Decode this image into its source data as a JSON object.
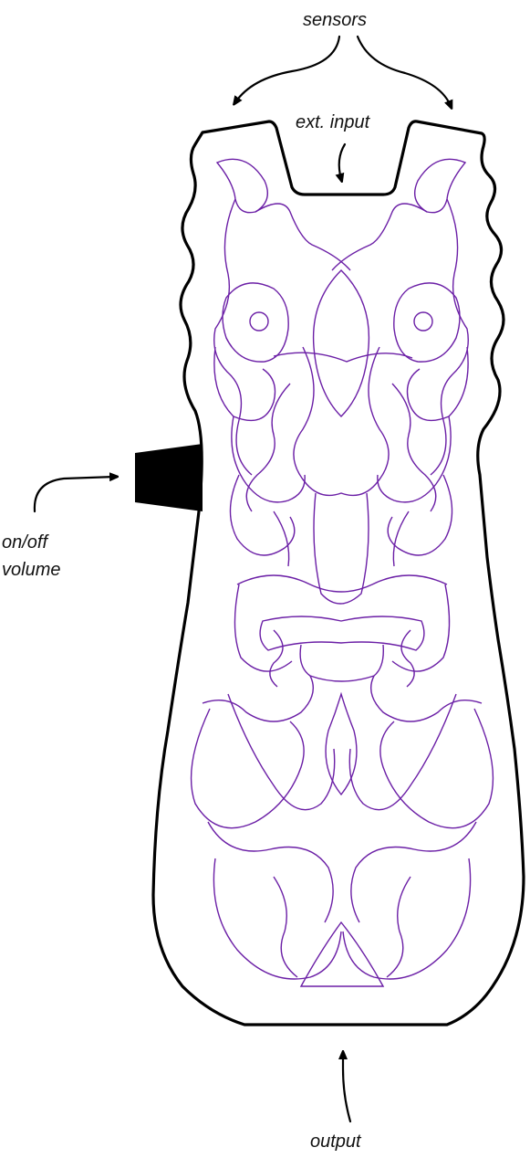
{
  "labels": {
    "sensors": "sensors",
    "ext_input": "ext. input",
    "on_off": "on/off",
    "volume": "volume",
    "output": "output"
  },
  "colors": {
    "outline": "#000000",
    "ornament": "#6b1fa6",
    "background": "#ffffff"
  }
}
